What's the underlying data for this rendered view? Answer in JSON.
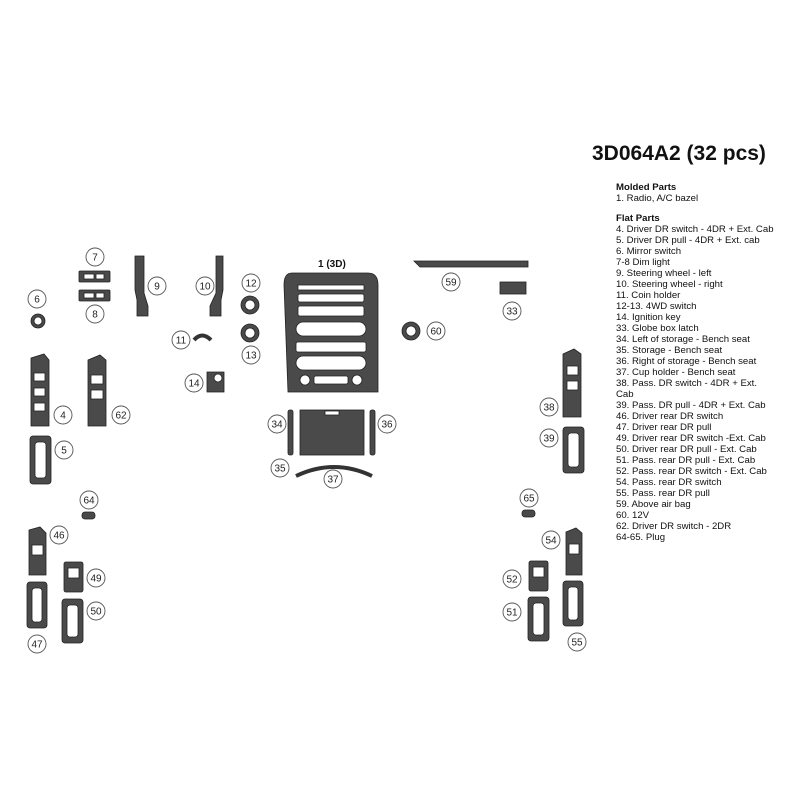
{
  "title": "3D064A2 (32 pcs)",
  "molded_header": "Molded Parts",
  "molded_items": [
    "1. Radio, A/C bazel"
  ],
  "flat_header": "Flat Parts",
  "flat_items": [
    "4. Driver DR switch - 4DR + Ext. Cab",
    "5. Driver DR pull - 4DR + Ext. cab",
    "6. Mirror switch",
    "7-8 Dim light",
    "9. Steering wheel - left",
    "10. Steering wheel - right",
    "11. Coin holder",
    "12-13. 4WD switch",
    "14. Ignition key",
    "33. Globe box latch",
    "34. Left of storage - Bench seat",
    "35. Storage - Bench seat",
    "36. Right of storage - Bench seat",
    "37. Cup holder - Bench seat",
    "38. Pass. DR switch - 4DR + Ext. Cab",
    "39. Pass. DR pull - 4DR + Ext. Cab",
    "46. Driver rear DR switch",
    "47. Driver rear DR pull",
    "49. Driver rear DR switch -Ext. Cab",
    "50. Driver rear DR pull - Ext. Cab",
    "51. Pass. rear DR pull - Ext. Cab",
    "52. Pass. rear DR switch - Ext. Cab",
    "54. Pass. rear DR switch",
    "55. Pass. rear DR pull",
    "59. Above air bag",
    "60. 12V",
    "62. Driver DR switch - 2DR",
    "64-65. Plug"
  ],
  "radio_label": "1 (3D)",
  "callouts": {
    "c6": "6",
    "c7": "7",
    "c8": "8",
    "c9": "9",
    "c10": "10",
    "c11": "11",
    "c12": "12",
    "c13": "13",
    "c14": "14",
    "c4": "4",
    "c62": "62",
    "c5": "5",
    "c64": "64",
    "c46": "46",
    "c49": "49",
    "c50": "50",
    "c47": "47",
    "c34": "34",
    "c35": "35",
    "c36": "36",
    "c37": "37",
    "c59": "59",
    "c33": "33",
    "c60": "60",
    "c38": "38",
    "c39": "39",
    "c65": "65",
    "c54": "54",
    "c52": "52",
    "c51": "51",
    "c55": "55"
  }
}
